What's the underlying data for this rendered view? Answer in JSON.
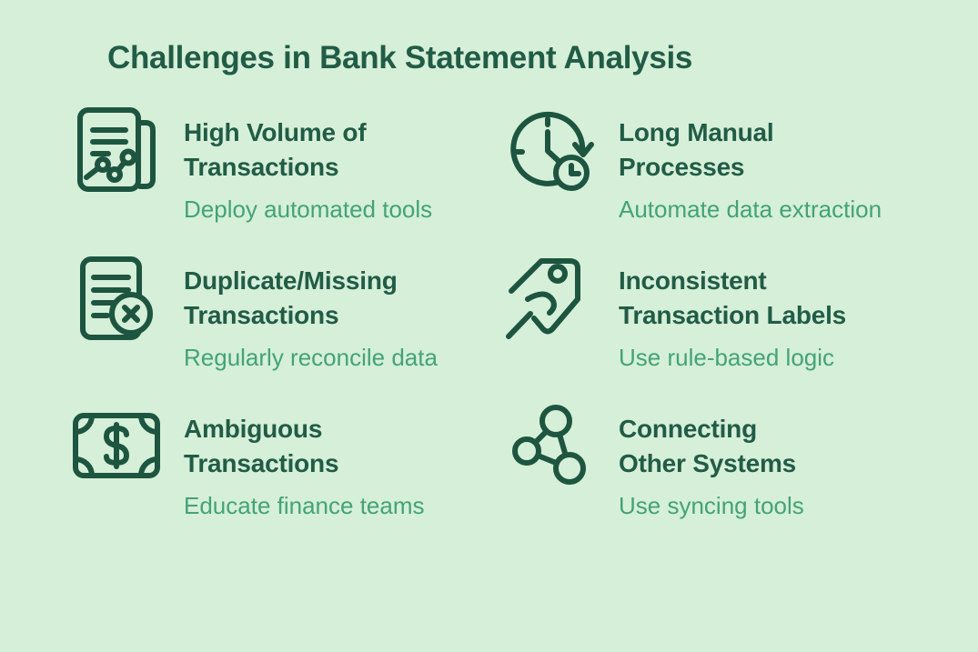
{
  "title": "Challenges in Bank Statement Analysis",
  "colors": {
    "bg": "#d6efd8",
    "heading": "#215c46",
    "icon": "#1d5540",
    "accent": "#43a377"
  },
  "grid": {
    "items": [
      {
        "icon": "statement-chart-icon",
        "title_lines": [
          "High Volume of",
          "Transactions"
        ],
        "tip": "Deploy automated tools"
      },
      {
        "icon": "clock-arrow-icon",
        "title_lines": [
          "Long Manual",
          "Processes"
        ],
        "tip": "Automate data extraction"
      },
      {
        "icon": "document-x-icon",
        "title_lines": [
          "Duplicate/Missing",
          "Transactions"
        ],
        "tip": "Regularly reconcile data"
      },
      {
        "icon": "tag-icon",
        "title_lines": [
          "Inconsistent",
          "Transaction Labels"
        ],
        "tip": "Use rule-based logic"
      },
      {
        "icon": "banknote-icon",
        "title_lines": [
          "Ambiguous",
          "Transactions"
        ],
        "tip": "Educate finance teams"
      },
      {
        "icon": "network-icon",
        "title_lines": [
          "Connecting",
          "Other Systems"
        ],
        "tip": "Use syncing tools"
      }
    ]
  }
}
